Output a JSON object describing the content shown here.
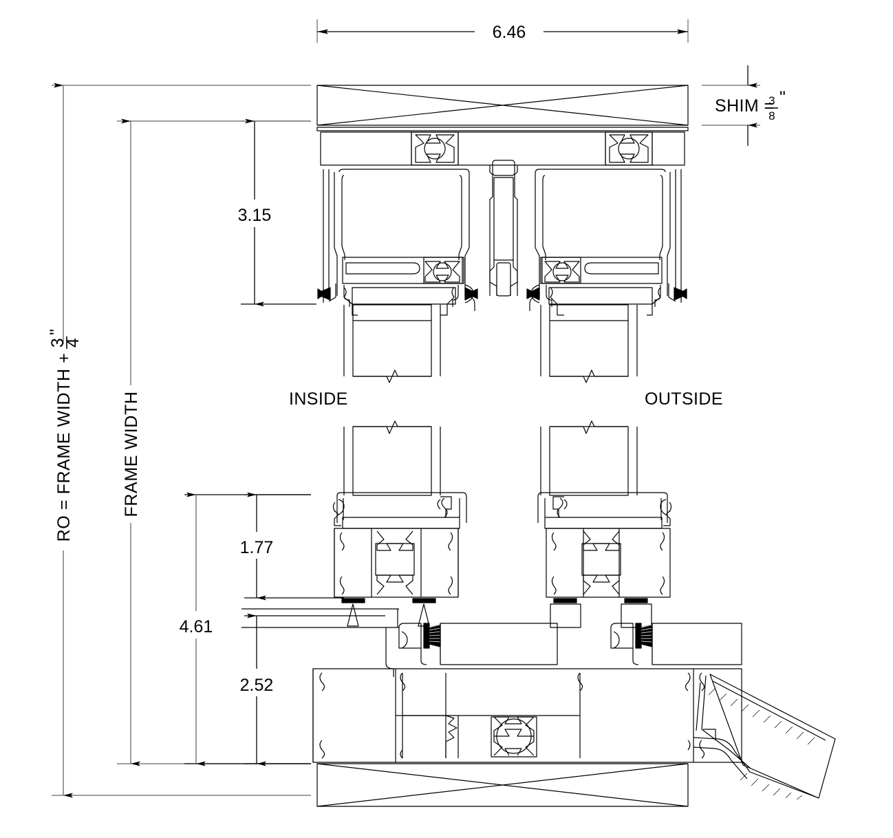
{
  "drawing": {
    "type": "cad-cross-section",
    "title": "Aluminum window frame head and sill cross-section",
    "background": "#ffffff",
    "line_color": "#000000",
    "thin_line_color": "#555555"
  },
  "dimensions": {
    "overall_width": {
      "label": "6.46",
      "orientation": "horizontal",
      "position": "top"
    },
    "head_height": {
      "label": "3.15",
      "orientation": "vertical"
    },
    "sill_total": {
      "label": "4.61",
      "orientation": "vertical"
    },
    "sill_upper": {
      "label": "1.77",
      "orientation": "vertical"
    },
    "sill_lower": {
      "label": "2.52",
      "orientation": "vertical"
    }
  },
  "notes": {
    "shim": {
      "prefix": "SHIM = ",
      "numerator": "3",
      "denominator": "8",
      "unit": "\""
    },
    "rough_opening": {
      "text": "RO = FRAME WIDTH + ",
      "numerator": "3",
      "denominator": "4",
      "unit": "\"",
      "orientation": "vertical"
    },
    "frame_width": {
      "text": "FRAME WIDTH",
      "orientation": "vertical"
    }
  },
  "orientation_labels": {
    "inside": "INSIDE",
    "outside": "OUTSIDE"
  }
}
